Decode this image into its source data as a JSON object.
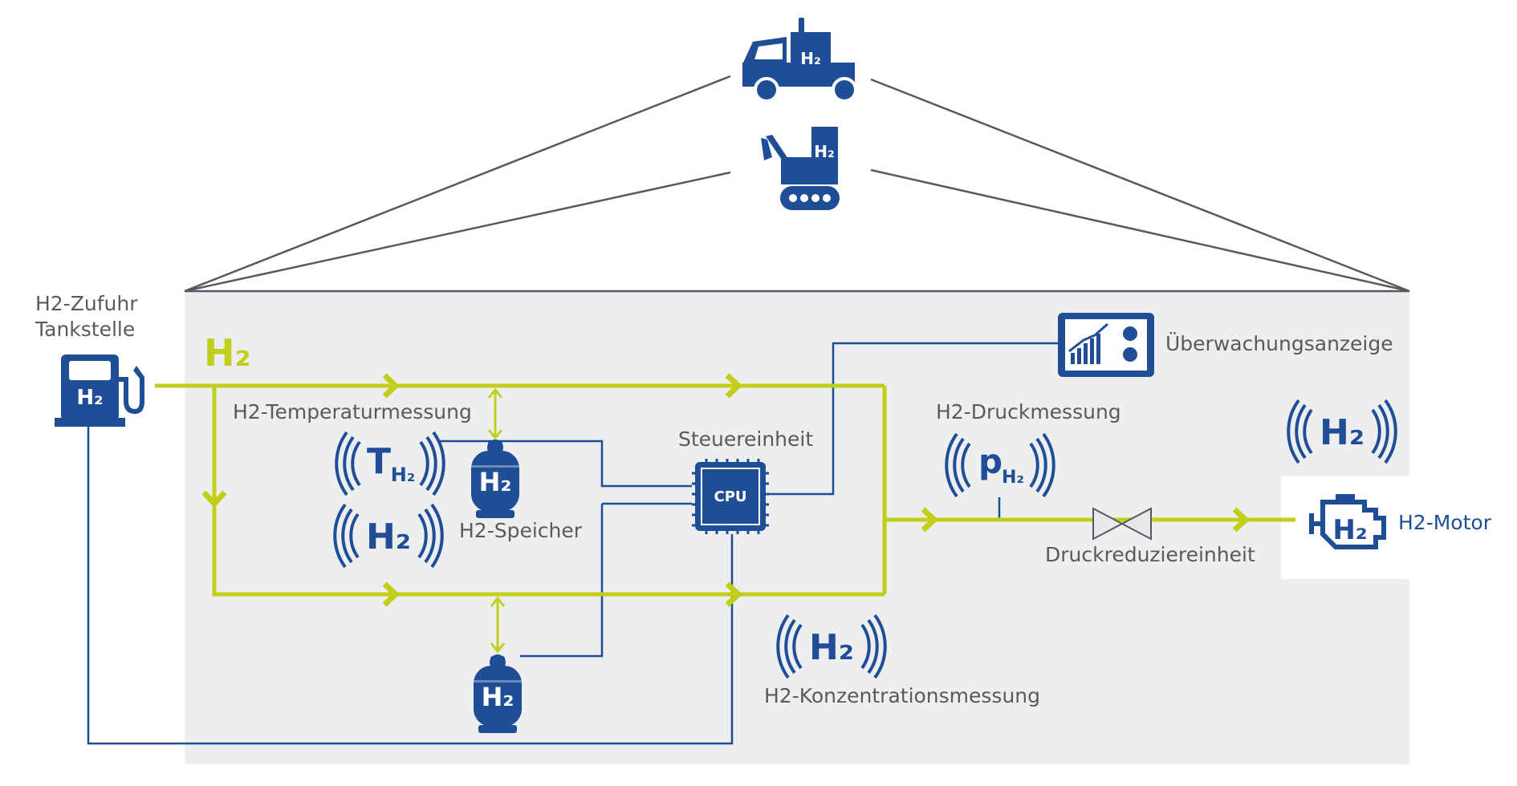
{
  "labels": {
    "supply_line1": "H2-Zufuhr",
    "supply_line2": "Tankstelle",
    "h2_flow": "H₂",
    "temperature": "H2-Temperaturmessung",
    "storage": "H2-Speicher",
    "control": "Steuereinheit",
    "cpu": "CPU",
    "monitor": "Überwachungsanzeige",
    "pressure": "H2-Druckmessung",
    "reducer": "Druckreduziereinheit",
    "motor": "H2-Motor",
    "concentration": "H2-Konzentrationsmessung"
  },
  "icon_text": {
    "h2": "H₂",
    "temp_symbol": "T",
    "pressure_symbol": "p",
    "sub_h2": "H₂"
  },
  "colors": {
    "blue": "#1f4e96",
    "green": "#c2cf1a",
    "panel": "#eceef0",
    "gray_line": "#555a5e",
    "label_gray": "#5a5a5a"
  },
  "icons": [
    "truck-icon",
    "excavator-icon",
    "fuel-pump-icon",
    "gas-cylinder-icon",
    "cpu-chip-icon",
    "monitor-chart-icon",
    "sensor-wave-icon",
    "valve-icon",
    "engine-icon"
  ]
}
